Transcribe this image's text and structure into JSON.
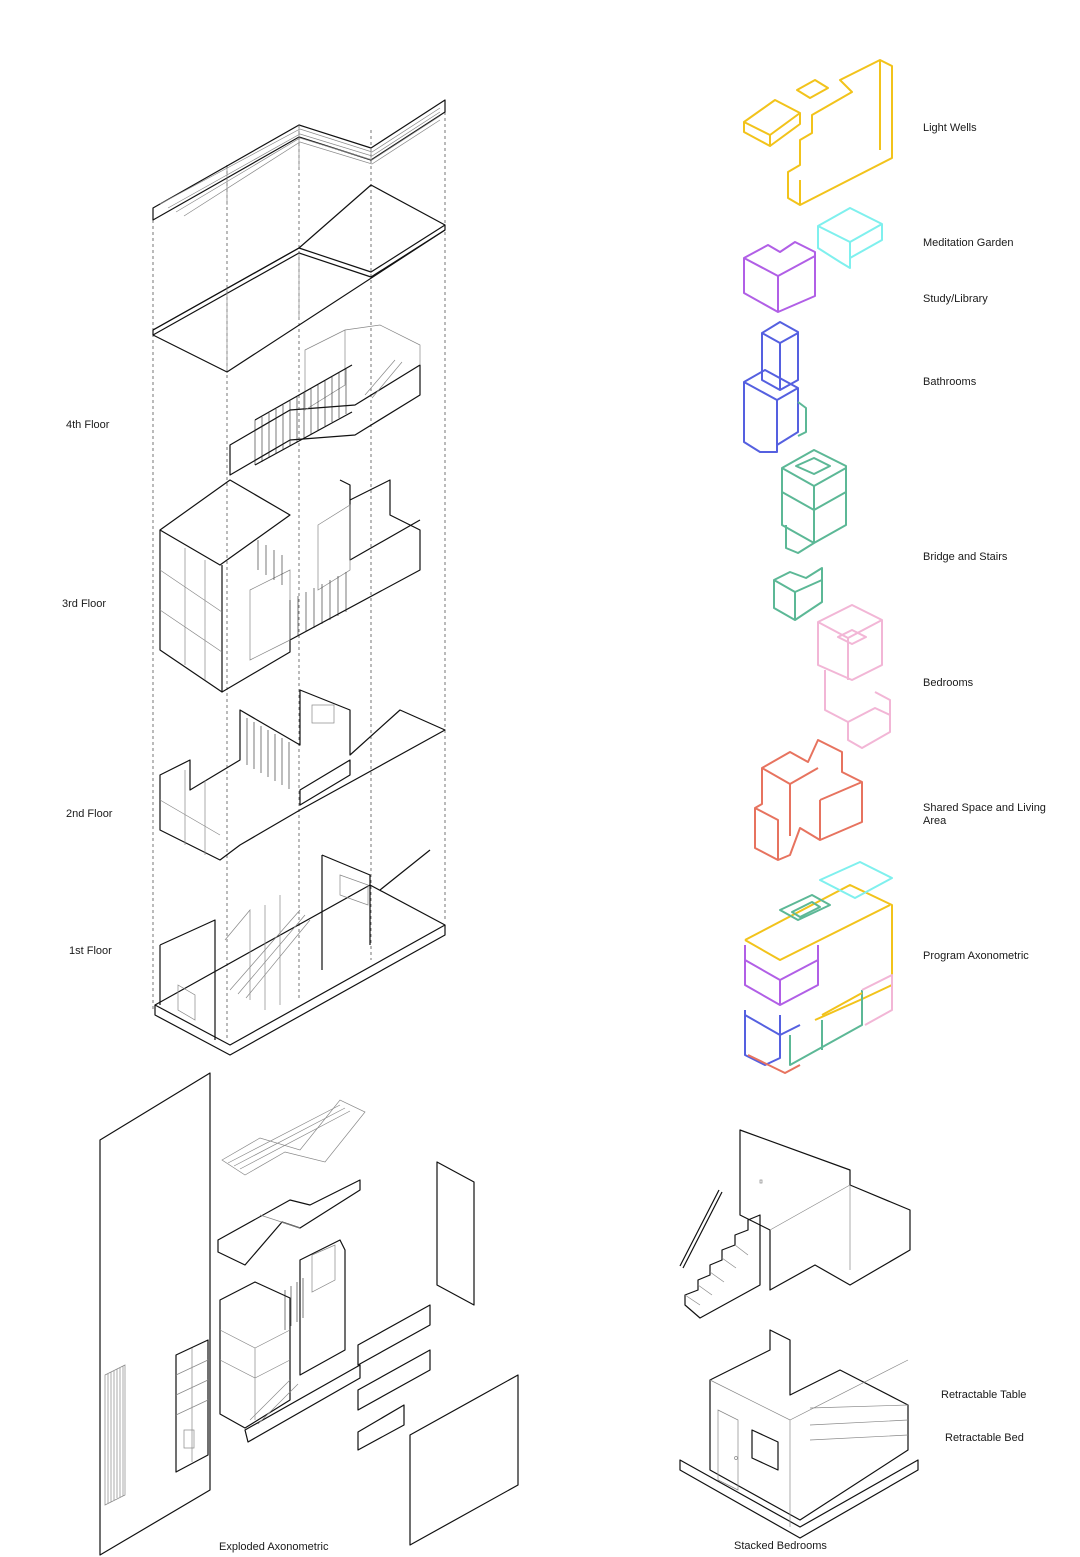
{
  "floor_labels": {
    "f4": "4th Floor",
    "f3": "3rd Floor",
    "f2": "2nd Floor",
    "f1": "1st Floor"
  },
  "program_labels": {
    "light_wells": "Light Wells",
    "meditation_garden": "Meditation Garden",
    "study_library": "Study/Library",
    "bathrooms": "Bathrooms",
    "bridge_stairs": "Bridge and Stairs",
    "bedrooms": "Bedrooms",
    "shared_space": "Shared Space and Living Area",
    "program_axo": "Program Axonometric"
  },
  "detail_labels": {
    "retractable_table": "Retractable Table",
    "retractable_bed": "Retractable Bed"
  },
  "captions": {
    "exploded": "Exploded Axonometric",
    "stacked": "Stacked Bedrooms"
  },
  "colors": {
    "light_wells": "#f2c31b",
    "meditation_garden": "#7ff0ee",
    "study_library": "#b15fe6",
    "bathrooms": "#5560e0",
    "bridge_stairs": "#5cb896",
    "bedrooms": "#f2b6d6",
    "shared_space": "#e7735f"
  }
}
